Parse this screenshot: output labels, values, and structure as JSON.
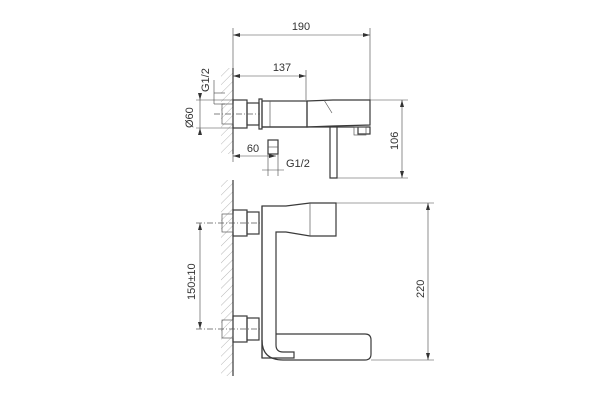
{
  "dimensions": {
    "overall_width": "190",
    "outlet_projection": "137",
    "body_width": "60",
    "inlet_thread_top": "G1/2",
    "inlet_thread_bottom": "G1/2",
    "flange_diameter": "Ø60",
    "spout_height": "106",
    "center_distance": "150±10",
    "total_height": "220"
  },
  "colors": {
    "line": "#3a3a3a",
    "hatch": "#888888",
    "text": "#333333"
  }
}
